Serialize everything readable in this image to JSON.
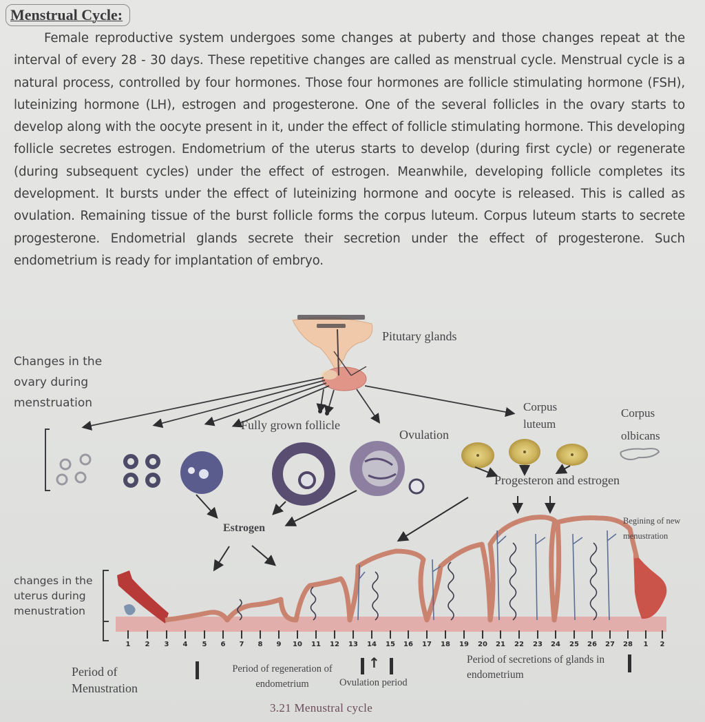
{
  "heading": "Menstrual Cycle:",
  "paragraph": "Female reproductive system undergoes some changes at puberty and those changes repeat at the interval of every 28 - 30 days. These repetitive changes are called as menstrual cycle. Menstrual cycle is a natural process, controlled by four hormones. Those four hormones are follicle stimulating hormone (FSH), luteinizing hormone (LH), estrogen and progesterone. One of the several follicles in the ovary starts to develop along with the oocyte present in it, under the effect of follicle stimulating hormone. This developing follicle secretes estrogen. Endometrium of the uterus starts to develop (during first cycle) or regenerate (during subsequent cycles) under the effect of estrogen. Meanwhile, developing follicle completes its development. It bursts under the effect of luteinizing hormone and oocyte is released. This is called as ovulation. Remaining tissue of the burst follicle forms the corpus luteum. Corpus luteum starts to secrete progesterone. Endometrial glands secrete their secretion under the effect of progesterone. Such endometrium is ready for implantation of embryo.",
  "diagram": {
    "labels": {
      "pituitary": "Pitutary glands",
      "ovary_changes": "Changes in the ovary during menstruation",
      "fully_grown_follicle": "Fully grown follicle",
      "ovulation": "Ovulation",
      "corpus_luteum": "Corpus luteum",
      "corpus_albicans": "Corpus olbicans",
      "progesterone_estrogen": "Progesteron and estrogen",
      "estrogen": "Estrogen",
      "uterus_changes": "changes in the uterus during menustration",
      "new_menstruation": "Begining of new menustration"
    },
    "days": [
      "1",
      "2",
      "3",
      "4",
      "5",
      "6",
      "7",
      "8",
      "9",
      "10",
      "11",
      "12",
      "13",
      "14",
      "15",
      "16",
      "17",
      "18",
      "19",
      "20",
      "21",
      "22",
      "23",
      "24",
      "25",
      "26",
      "27",
      "28",
      "1",
      "2"
    ],
    "phases": {
      "menstruation": "Period of Menustration",
      "regeneration": "Period of regeneration of endometrium",
      "ovulation": "Ovulation period",
      "secretion": "Period of secretions of glands in endometrium"
    },
    "caption": "3.21 Menustral cycle",
    "colors": {
      "endometrium": "#c9836f",
      "menstrual_blood": "#b83a38",
      "basal_layer": "#e3a7a4",
      "follicle": "#5b4f7a",
      "corpus_luteum": "#c9b05a"
    }
  }
}
